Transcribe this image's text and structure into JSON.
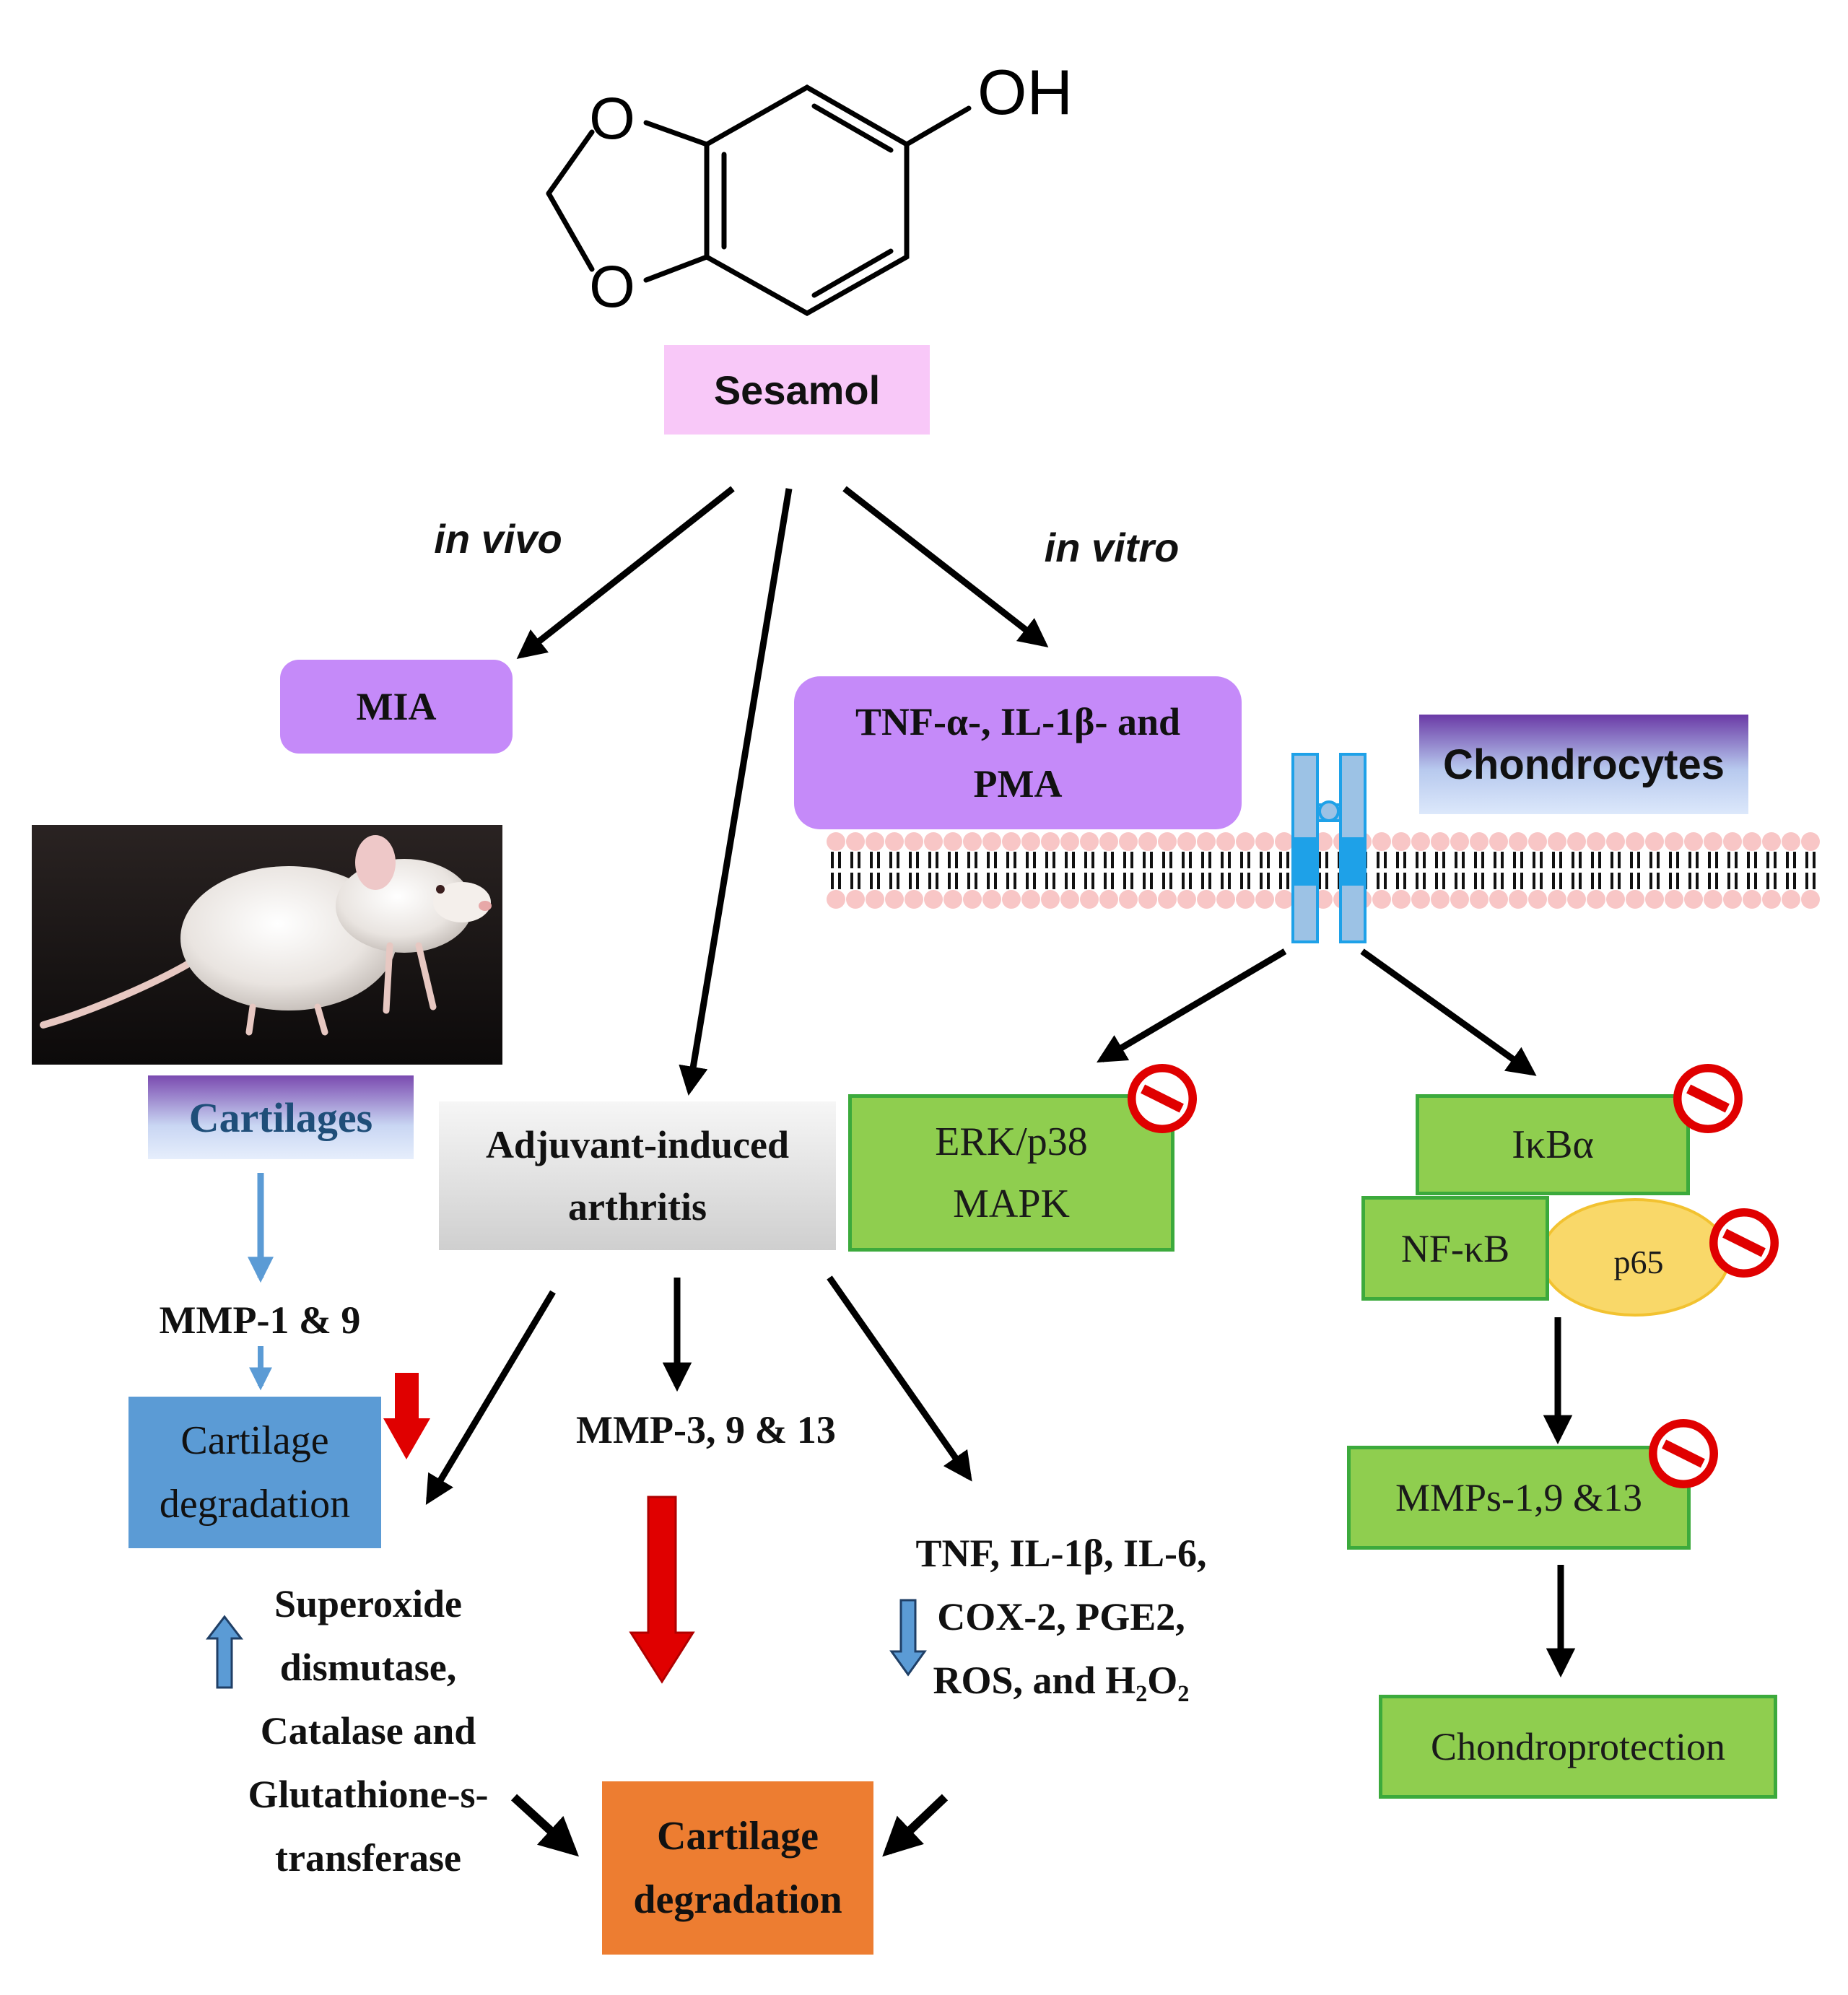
{
  "compound": {
    "name": "Sesamol",
    "atom_labels": {
      "hydroxyl": "OH",
      "oxygen_top": "O",
      "oxygen_bottom": "O"
    }
  },
  "branches": {
    "in_vivo": "in vivo",
    "in_vitro": "in vitro"
  },
  "in_vivo": {
    "model": "MIA",
    "tissue": "Cartilages",
    "marker": "MMP-1 & 9",
    "outcome": "Cartilage degradation",
    "photo": "white-rat-photo"
  },
  "adjuvant": {
    "model": "Adjuvant-induced arthritis",
    "mmp": "MMP-3, 9 & 13",
    "antioxidants": "Superoxide dismutase, Catalase and Glutathione-s-transferase",
    "inflammatory": "TNF, IL-1β, IL-6, COX-2, PGE2, ROS, and H₂O₂",
    "outcome": "Cartilage degradation"
  },
  "in_vitro": {
    "stimuli": "TNF-α-, IL-1β- and PMA",
    "cell_type": "Chondrocytes",
    "mapk": "ERK/p38 MAPK",
    "ikba": "IκBα",
    "nfkb": "NF-κB",
    "p65": "p65",
    "mmps": "MMPs-1,9 &13",
    "outcome": "Chondroprotection"
  },
  "colors": {
    "pink": "#f8c8f8",
    "purple": "#c58af9",
    "green": "#8fce4f",
    "blue_box": "#5b9bd5",
    "orange": "#ed7d31",
    "red_arrow": "#e00000",
    "blue_arrow": "#5b9bd5",
    "inhibit": "#e00000"
  }
}
